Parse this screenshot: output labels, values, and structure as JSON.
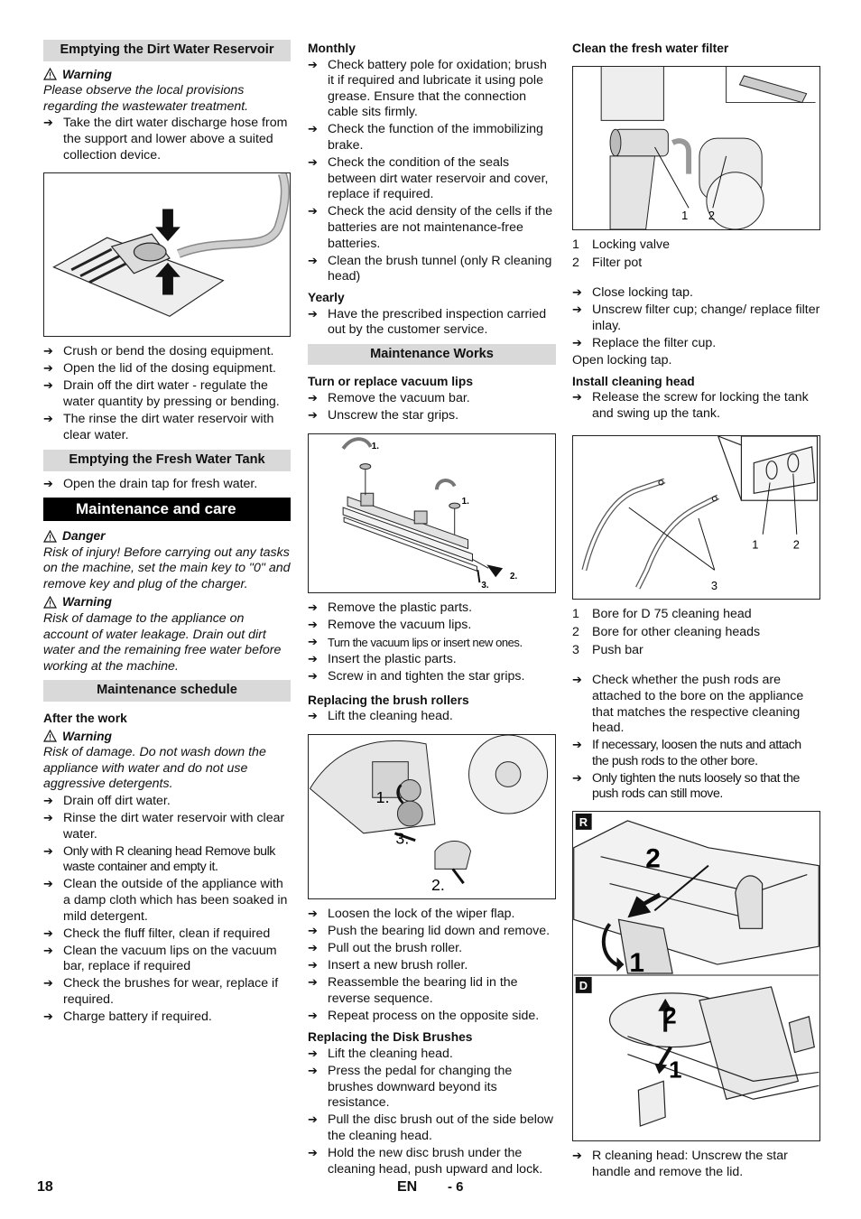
{
  "col1": {
    "dirt_heading": "Emptying the Dirt Water Reservoir",
    "warning1_label": "Warning",
    "warning1_text": "Please observe the local provisions regarding the wastewater treatment.",
    "dirt_steps_before": [
      "Take the dirt water discharge hose from the support and lower above a suited collection device."
    ],
    "dirt_steps_after": [
      "Crush or bend the dosing equipment.",
      "Open the lid of the dosing equipment.",
      "Drain off the dirt water - regulate the water quantity by pressing or bending.",
      "The rinse the dirt water reservoir with clear water."
    ],
    "fresh_heading": "Emptying the Fresh Water Tank",
    "fresh_steps": [
      "Open the drain tap for fresh water."
    ],
    "maint_heading": "Maintenance and care",
    "danger_label": "Danger",
    "danger_text": "Risk of injury! Before carrying out any tasks on the machine, set the main key to \"0\" and remove key and plug of the charger.",
    "warning2_label": "Warning",
    "warning2_text": "Risk of damage to the appliance on account of water leakage. Drain out dirt water and the remaining free water before working at the machine.",
    "schedule_heading": "Maintenance schedule",
    "after_work_heading": "After the work",
    "warning3_label": "Warning",
    "warning3_text": "Risk of damage. Do not wash down the appliance with water and do not use aggressive detergents.",
    "after_work_steps": [
      "Drain off dirt water.",
      "Rinse the dirt water reservoir with clear water.",
      "Only with R cleaning head Remove bulk waste container and empty it.",
      "Clean the outside of the appliance with a damp cloth which has been soaked in mild detergent.",
      "Check the fluff filter, clean if required",
      "Clean the vacuum lips on the vacuum bar, replace if required",
      "Check the brushes for wear, replace if required.",
      "Charge battery if required."
    ]
  },
  "col2": {
    "monthly_heading": "Monthly",
    "monthly_steps": [
      "Check battery pole for oxidation; brush it if required and lubricate it using pole grease. Ensure that the connection cable sits firmly.",
      "Check the function of the immobilizing brake.",
      "Check the condition of the seals between dirt water reservoir and cover, replace if required.",
      "Check the acid density of the cells if the batteries are not maintenance-free batteries.",
      "Clean the brush tunnel (only R cleaning head)"
    ],
    "yearly_heading": "Yearly",
    "yearly_steps": [
      "Have the prescribed inspection carried out by the customer service."
    ],
    "works_heading": "Maintenance Works",
    "lips_heading": "Turn or replace vacuum lips",
    "lips_steps_before": [
      "Remove the vacuum bar.",
      "Unscrew the star grips."
    ],
    "lips_fig_labels": [
      "1.",
      "1.",
      "2.",
      "3."
    ],
    "lips_steps_after": [
      "Remove the plastic parts.",
      "Remove the vacuum lips.",
      "Turn the vacuum lips or insert new ones.",
      "Insert the plastic parts.",
      "Screw in and tighten the star grips."
    ],
    "rollers_heading": "Replacing the brush rollers",
    "rollers_steps_before": [
      "Lift the cleaning head."
    ],
    "rollers_fig_labels": [
      "1.",
      "3.",
      "2."
    ],
    "rollers_steps_after": [
      "Loosen the lock of the wiper flap.",
      "Push the bearing lid down and remove.",
      "Pull out the brush roller.",
      "Insert a new brush roller.",
      "Reassemble the bearing lid in the reverse sequence.",
      "Repeat process on the opposite side."
    ],
    "disk_heading": "Replacing the Disk Brushes",
    "disk_steps": [
      "Lift the cleaning head.",
      "Press the pedal for changing the brushes downward beyond its resistance.",
      "Pull the disc brush out of the side below the cleaning head.",
      "Hold the new disc brush under the cleaning head, push upward and lock."
    ]
  },
  "col3": {
    "filter_heading": "Clean the fresh water filter",
    "filter_fig_labels": [
      "1",
      "2"
    ],
    "filter_legend": [
      {
        "num": "1",
        "text": "Locking valve"
      },
      {
        "num": "2",
        "text": "Filter pot"
      }
    ],
    "filter_steps": [
      "Close locking tap.",
      "Unscrew filter cup; change/ replace filter inlay.",
      "Replace the filter cup."
    ],
    "filter_after": "Open locking tap.",
    "install_heading": "Install cleaning head",
    "install_steps_before": [
      "Release the screw for locking the tank and swing up the tank."
    ],
    "install_fig_labels": [
      "1",
      "2",
      "3"
    ],
    "install_legend": [
      {
        "num": "1",
        "text": "Bore for D 75 cleaning head"
      },
      {
        "num": "2",
        "text": "Bore for other cleaning heads"
      },
      {
        "num": "3",
        "text": "Push bar"
      }
    ],
    "install_steps_after": [
      "Check whether the push rods are attached to the bore on the appliance that matches the respective cleaning head.",
      "If necessary, loosen the nuts and attach the push rods to the other bore.",
      "Only tighten the nuts loosely so that the push rods can still move."
    ],
    "rd_fig_labels": [
      "R",
      "D",
      "2",
      "1",
      "2",
      "1"
    ],
    "final_steps": [
      "R cleaning head: Unscrew the star handle and remove the lid."
    ]
  },
  "footer": {
    "page_number": "18",
    "language": "EN",
    "sub_page": "- 6"
  }
}
